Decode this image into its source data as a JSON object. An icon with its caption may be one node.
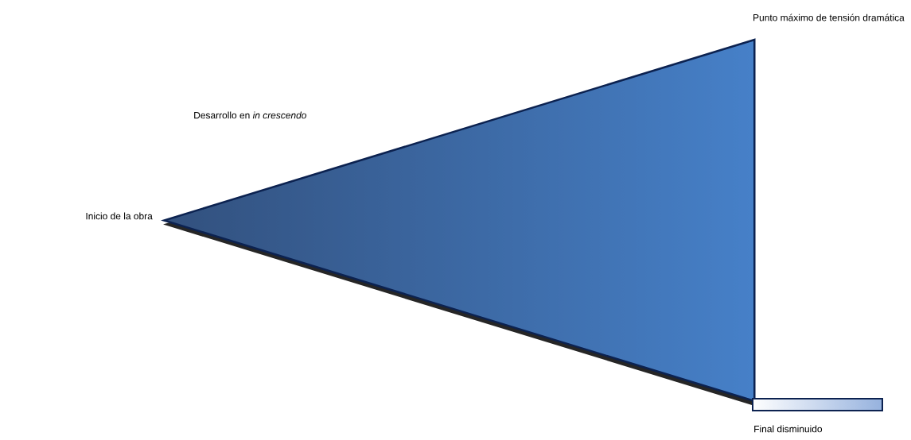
{
  "diagram": {
    "nodes": [
      {
        "text": [],
        "shape": "triangle"
      },
      {
        "text": [],
        "shape": "bar"
      }
    ],
    "labels": [
      "Punto máximo de tensión dramática",
      "Desarrollo en *in crescendo*",
      "Inicio de la obra",
      "Final disminuido"
    ]
  }
}
